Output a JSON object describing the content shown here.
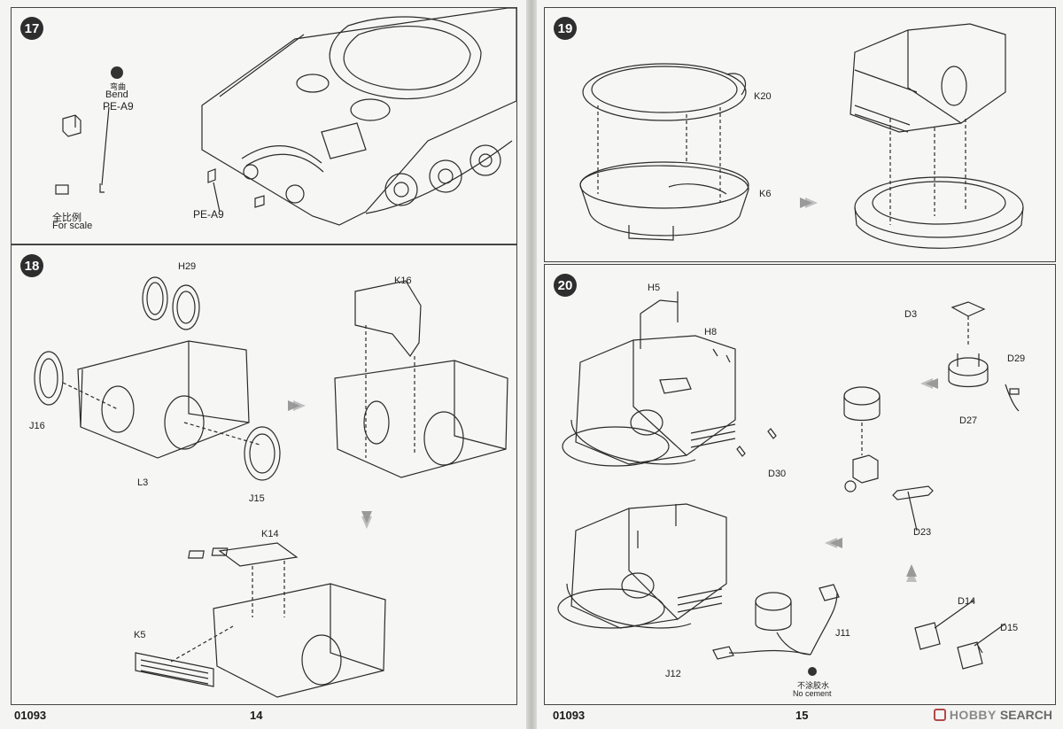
{
  "pages": {
    "left": {
      "page_number": "14",
      "product_code": "01093"
    },
    "right": {
      "page_number": "15",
      "product_code": "01093"
    }
  },
  "steps": {
    "s17": {
      "number": "17",
      "bend_cn": "弯曲",
      "bend_en": "Bend",
      "part_pe_top": "PE-A9",
      "part_pe_bottom": "PE-A9",
      "scale_cn": "全比例",
      "scale_en": "For scale"
    },
    "s18": {
      "number": "18",
      "parts": [
        "H29",
        "J16",
        "L3",
        "J15",
        "K16",
        "K14",
        "K5"
      ]
    },
    "s19": {
      "number": "19",
      "parts": [
        "K20",
        "K6"
      ]
    },
    "s20": {
      "number": "20",
      "parts": [
        "H5",
        "H8",
        "D30",
        "D3",
        "D29",
        "D27",
        "D23",
        "D14",
        "D15",
        "J11",
        "J12"
      ],
      "no_cement_cn": "不涂胶水",
      "no_cement_en": "No cement"
    }
  },
  "watermark": {
    "brand_a": "HOBBY",
    "brand_b": "SEARCH"
  },
  "colors": {
    "paper": "#f4f4f2",
    "line": "#2b2b2b",
    "badge": "#2e2e2e",
    "arrow": "#9a9a9a",
    "watermark_accent": "#b24a4a"
  }
}
